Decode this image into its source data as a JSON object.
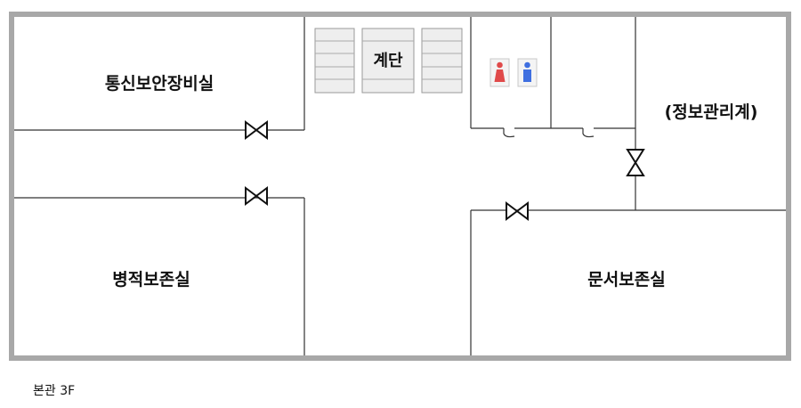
{
  "floor": {
    "caption": "본관 3F"
  },
  "rooms": {
    "comm_security": "통신보안장비실",
    "stairs": "계단",
    "info_management": "(정보관리계)",
    "military_records": "병적보존실",
    "document_archive": "문서보존실"
  },
  "icons": {
    "restroom_women": "restroom-women-icon",
    "restroom_men": "restroom-men-icon",
    "door": "door-icon"
  },
  "colors": {
    "outer_border": "#a8a8a8",
    "wall": "#333333",
    "stairs_fill": "#eeeeee",
    "restroom_women": "#e04a4a",
    "restroom_men": "#3f6fe0"
  }
}
